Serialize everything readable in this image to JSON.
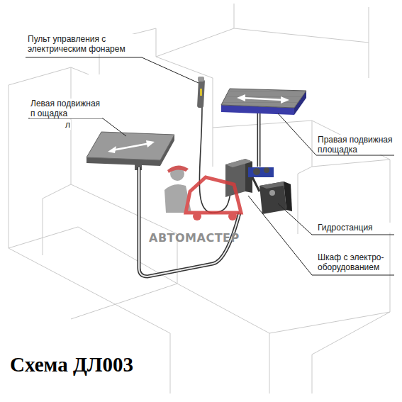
{
  "diagram": {
    "title": "Схема ДЛ003",
    "labels": [
      "Пульт управления с электрическим фонарем",
      "Левая подвижная п ощадка",
      "л",
      "Правая подвижная площадка",
      "Гидростанция",
      "Шкаф с электро- оборудованием",
      "АВТОМАСТЕР"
    ]
  }
}
